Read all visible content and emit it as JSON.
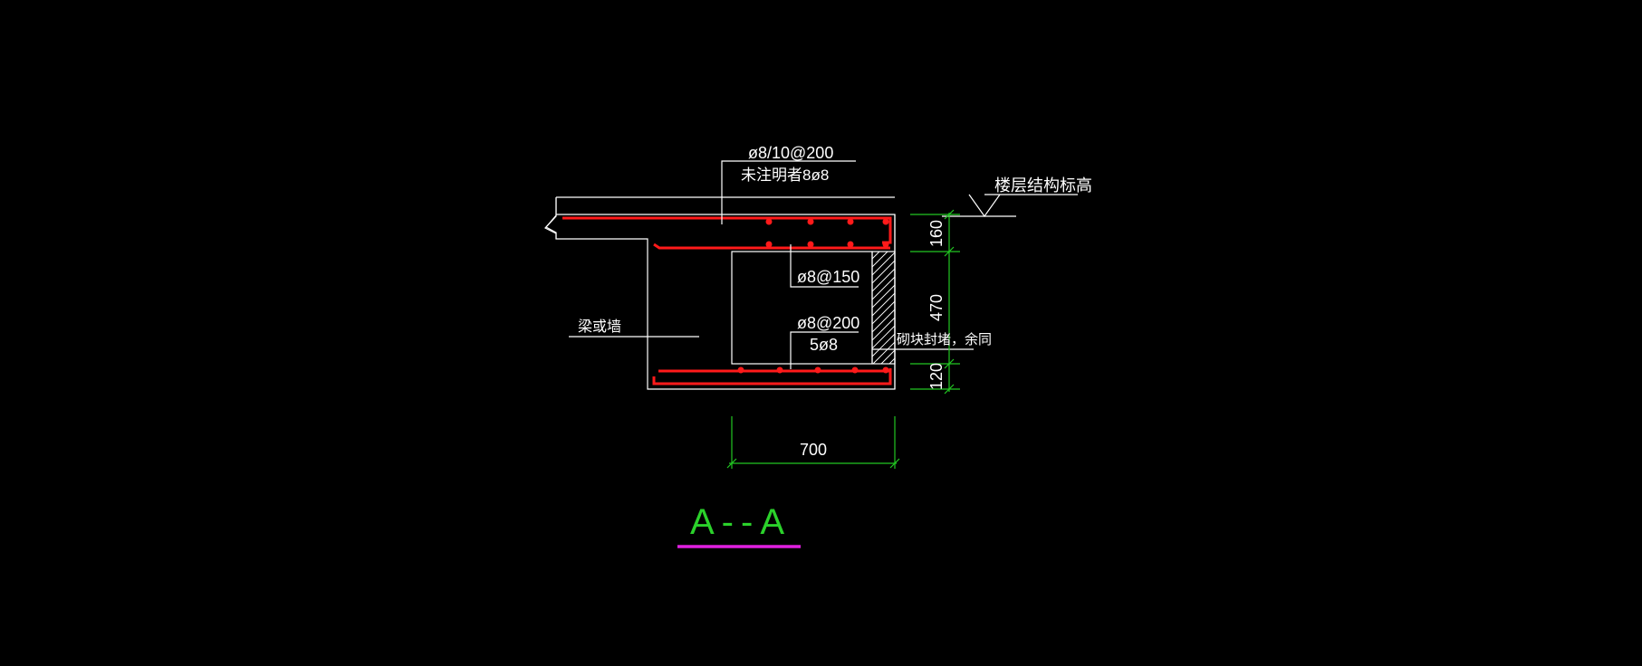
{
  "drawing": {
    "labels": {
      "top_rebar_spec": "ø8/10@200",
      "unmarked_note": "未注明者8ø8",
      "stirrup_spec": "ø8@150",
      "bottom_rebar_spec": "ø8@200",
      "bottom_longitudinal": "5ø8",
      "beam_or_wall": "梁或墙",
      "masonry_infill": "砌块封堵，余同",
      "floor_elevation": "楼层结构标高"
    },
    "dimensions": {
      "top_thickness": "160",
      "middle_height": "470",
      "bottom_thickness": "120",
      "width": "700"
    },
    "section_title": "A--A",
    "colors": {
      "background": "#000000",
      "outline": "#ffffff",
      "rebar": "#ff1a1a",
      "dimension": "#22c722",
      "title_underline": "#e020e0"
    }
  }
}
